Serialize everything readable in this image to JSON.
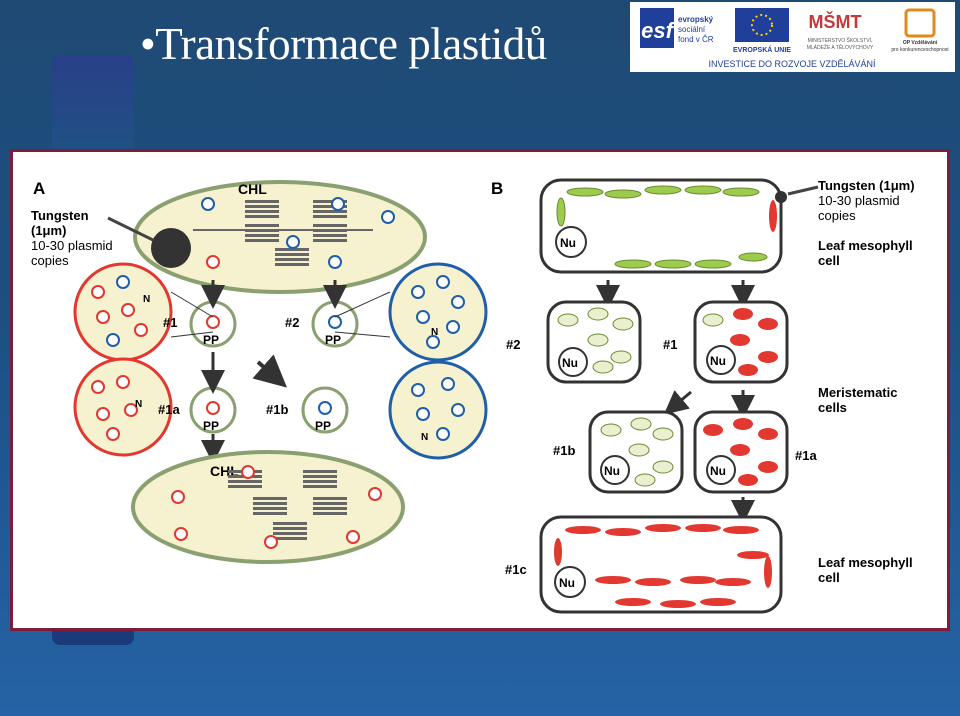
{
  "slide": {
    "title": "Transformace plastidů"
  },
  "logos": {
    "esf": {
      "mark": "esf",
      "line1": "evropský",
      "line2": "sociální",
      "line3": "fond v ČR"
    },
    "eu": {
      "caption": "EVROPSKÁ UNIE"
    },
    "msmt": {
      "mark": "MŠMT",
      "line1": "MINISTERSTVO ŠKOLSTVÍ,",
      "line2": "MLÁDEŽE A TĚLOVÝCHOVY"
    },
    "op": {
      "line1": "OP Vzdělávání",
      "line2": "pro konkurenceschopnost"
    },
    "banner": "INVESTICE DO ROZVOJE VZDĚLÁVÁNÍ",
    "colors": {
      "esf_blue": "#1f3f9a",
      "eu_blue": "#1f3f9a",
      "msmt_red": "#c23a3a",
      "op_orange": "#e08a1a"
    }
  },
  "panel_a": {
    "label": "A",
    "chl_top": "CHL",
    "chl_bottom": "CHL",
    "tungsten": [
      "Tungsten",
      "(1μm)",
      "10-30 plasmid",
      "copies"
    ],
    "nucleoid": "N",
    "pp": "PP",
    "step_1": "#1",
    "step_2": "#2",
    "step_1a": "#1a",
    "step_1b": "#1b"
  },
  "panel_b": {
    "label": "B",
    "tungsten": [
      "Tungsten (1μm)",
      "10-30 plasmid",
      "copies"
    ],
    "nucleus": "Nu",
    "leaf_label": [
      "Leaf mesophyll",
      "cell"
    ],
    "meristem_label": [
      "Meristematic",
      "cells"
    ],
    "leaf_label_2": [
      "Leaf mesophyll",
      "cell"
    ],
    "step_2": "#2",
    "step_1": "#1",
    "step_1b": "#1b",
    "step_1a": "#1a",
    "step_1c": "#1c"
  },
  "colors": {
    "transformed": "#e2382f",
    "wildtype": "#1f5fa8",
    "leaf_plastid": "#9ccb4e",
    "pale_plastid": "#e9efcf",
    "cell_fill": "#f6f1cf",
    "frame": "#7a1e3a"
  }
}
